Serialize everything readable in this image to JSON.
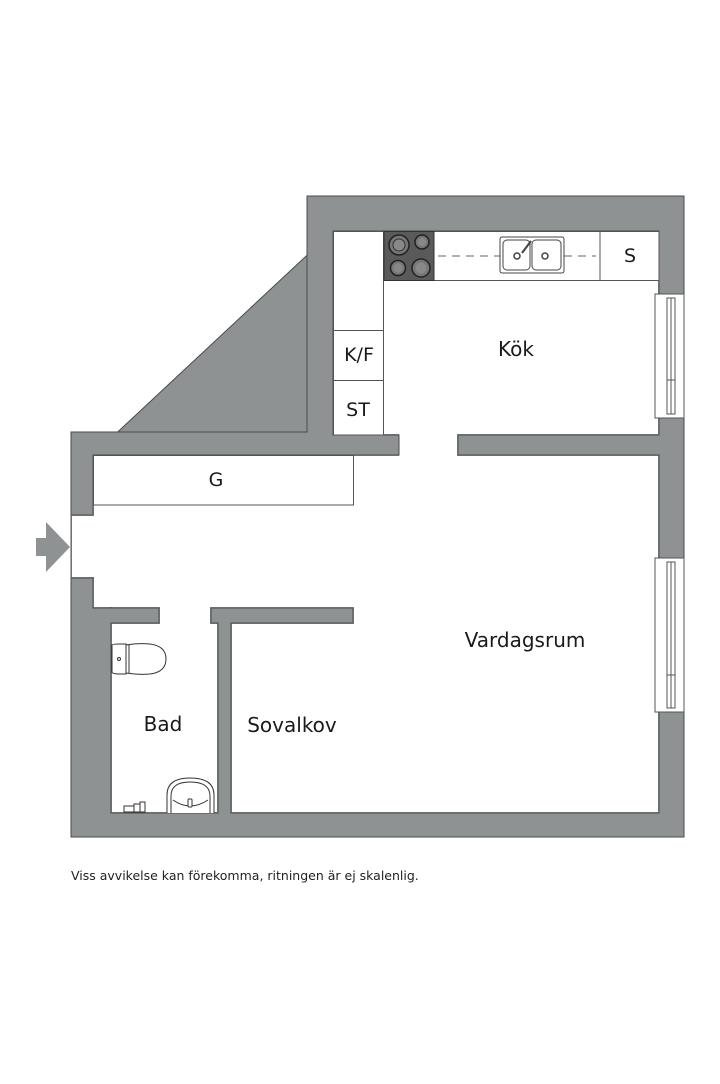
{
  "floorplan": {
    "colors": {
      "wall": "#8f9292",
      "wall_edge": "#4a4c4c",
      "floor": "#ffffff",
      "line": "#555555",
      "stove": "#555555",
      "text": "#1a1a1a"
    },
    "rooms": [
      {
        "id": "kok",
        "label": "Kök"
      },
      {
        "id": "vardagsrum",
        "label": "Vardagsrum"
      },
      {
        "id": "sovalkov",
        "label": "Sovalkov"
      },
      {
        "id": "bad",
        "label": "Bad"
      }
    ],
    "fixtures": [
      {
        "id": "kf",
        "label": "K/F"
      },
      {
        "id": "st",
        "label": "ST"
      },
      {
        "id": "s",
        "label": "S"
      },
      {
        "id": "g",
        "label": "G"
      }
    ],
    "icons": [
      "entrance-arrow-icon",
      "stove-icon",
      "double-sink-icon",
      "toilet-icon",
      "washbasin-icon",
      "faucet-icon",
      "window-icon"
    ]
  },
  "footer": {
    "disclaimer": "Viss avvikelse kan förekomma, ritningen är ej skalenlig."
  }
}
